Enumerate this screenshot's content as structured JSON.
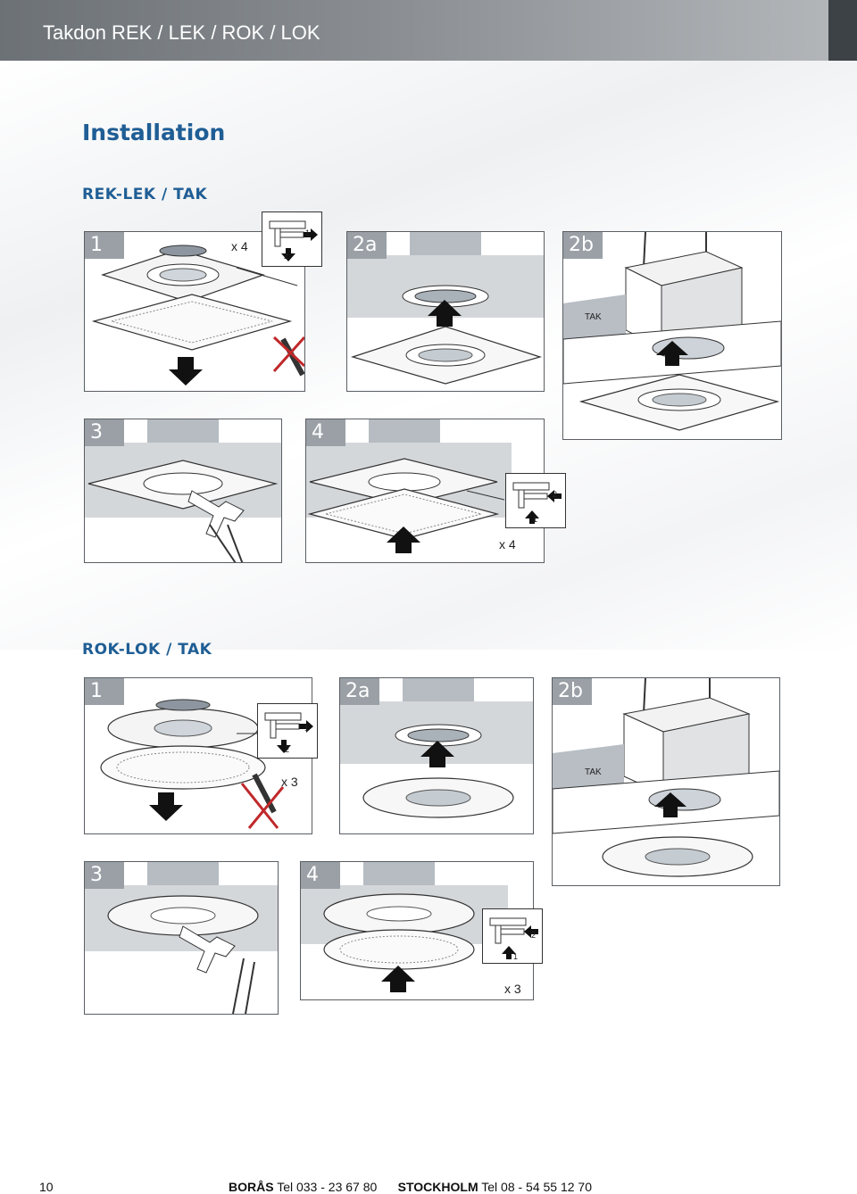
{
  "header": {
    "title": "Takdon REK / LEK / ROK / LOK"
  },
  "page_title": "Installation",
  "sections": [
    {
      "title": "REK-LEK / TAK",
      "steps": [
        {
          "label": "1",
          "qty": "x 4",
          "marks": [
            "1",
            "2"
          ]
        },
        {
          "label": "2a"
        },
        {
          "label": "2b",
          "tag": "TAK"
        },
        {
          "label": "3"
        },
        {
          "label": "4",
          "qty": "x 4",
          "marks": [
            "2",
            "1"
          ]
        }
      ]
    },
    {
      "title": "ROK-LOK / TAK",
      "steps": [
        {
          "label": "1",
          "qty": "x 3",
          "marks": [
            "1",
            "2"
          ]
        },
        {
          "label": "2a"
        },
        {
          "label": "2b",
          "tag": "TAK"
        },
        {
          "label": "3"
        },
        {
          "label": "4",
          "qty": "x 3",
          "marks": [
            "2",
            "1"
          ]
        }
      ]
    }
  ],
  "footer": {
    "page_number": "10",
    "city1": "BORÅS",
    "tel1": "Tel 033 - 23 67 80",
    "city2": "STOCKHOLM",
    "tel2": "Tel 08 - 54 55 12 70"
  }
}
